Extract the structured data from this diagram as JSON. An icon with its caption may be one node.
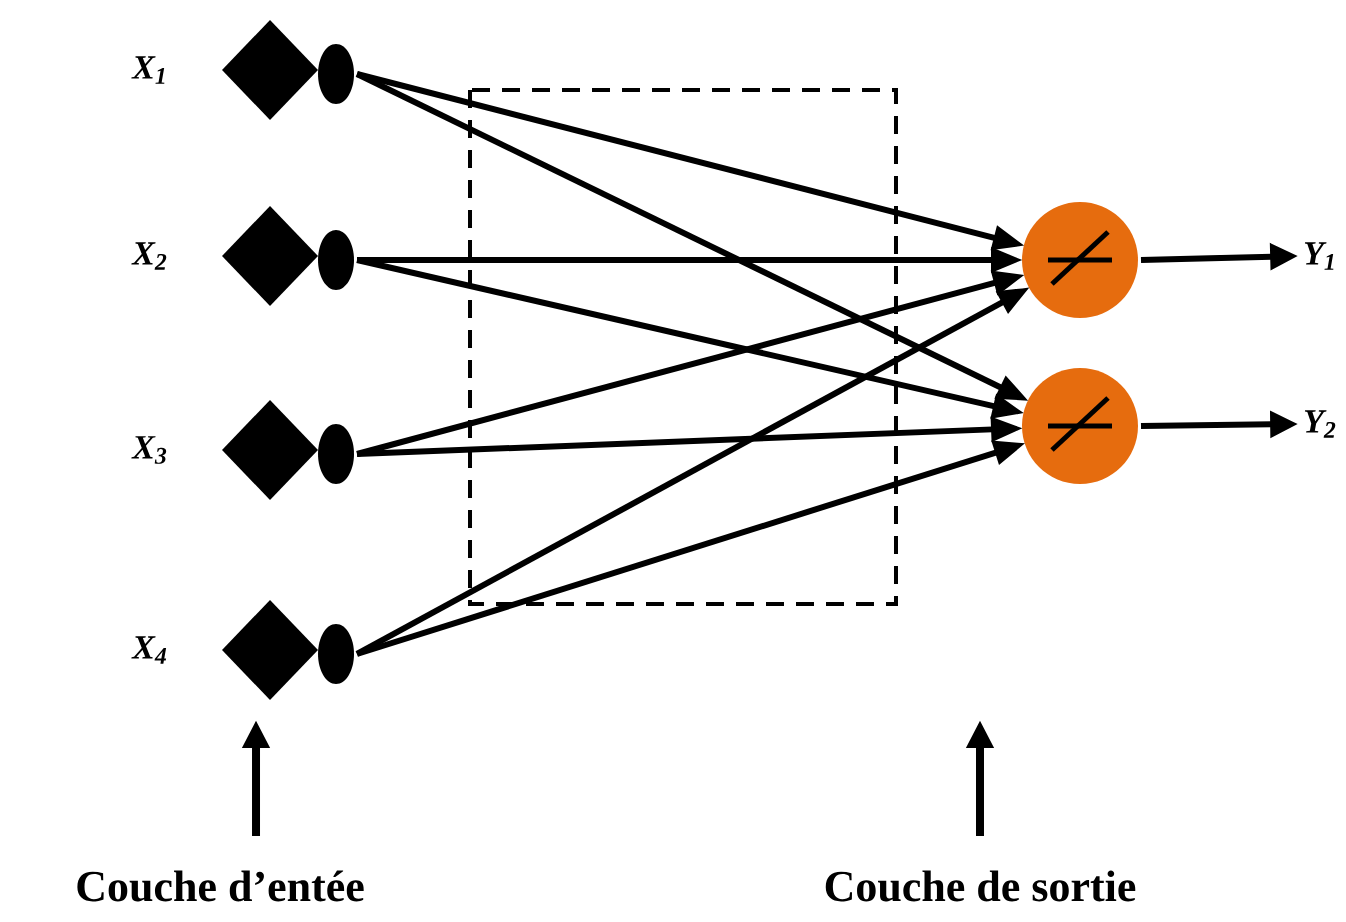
{
  "diagram": {
    "nodes": [
      {
        "text": [],
        "shape": "diamond",
        "beside": [
          "X$_{1}$"
        ]
      },
      {
        "text": [],
        "shape": "diamond",
        "beside": [
          "X$_{2}$"
        ]
      },
      {
        "text": [],
        "shape": "diamond",
        "beside": [
          "X$_{3}$"
        ]
      },
      {
        "text": [],
        "shape": "diamond",
        "beside": [
          "X$_{4}$"
        ]
      },
      {
        "text": [],
        "shape": "circle"
      },
      {
        "text": [],
        "shape": "circle"
      },
      {
        "text": [
          "Y$_{1}$"
        ]
      },
      {
        "text": [
          "Y$_{2}$"
        ]
      },
      {
        "text": [
          "Couche d’entée"
        ]
      },
      {
        "text": [
          "Couche de sortie"
        ]
      }
    ],
    "edges": [
      {
        "from": 0,
        "to": 4,
        "arrow": "to"
      },
      {
        "from": 0,
        "to": 5,
        "arrow": "to"
      },
      {
        "from": 1,
        "to": 4,
        "arrow": "to"
      },
      {
        "from": 1,
        "to": 5,
        "arrow": "to"
      },
      {
        "from": 2,
        "to": 4,
        "arrow": "to"
      },
      {
        "from": 2,
        "to": 5,
        "arrow": "to"
      },
      {
        "from": 3,
        "to": 4,
        "arrow": "to"
      },
      {
        "from": 3,
        "to": 5,
        "arrow": "to"
      },
      {
        "from": 4,
        "to": 6,
        "arrow": "to"
      },
      {
        "from": 5,
        "to": 7,
        "arrow": "to"
      },
      {
        "from": 8,
        "to": null,
        "arrow": "to"
      },
      {
        "from": 9,
        "to": null,
        "arrow": "to"
      }
    ]
  }
}
